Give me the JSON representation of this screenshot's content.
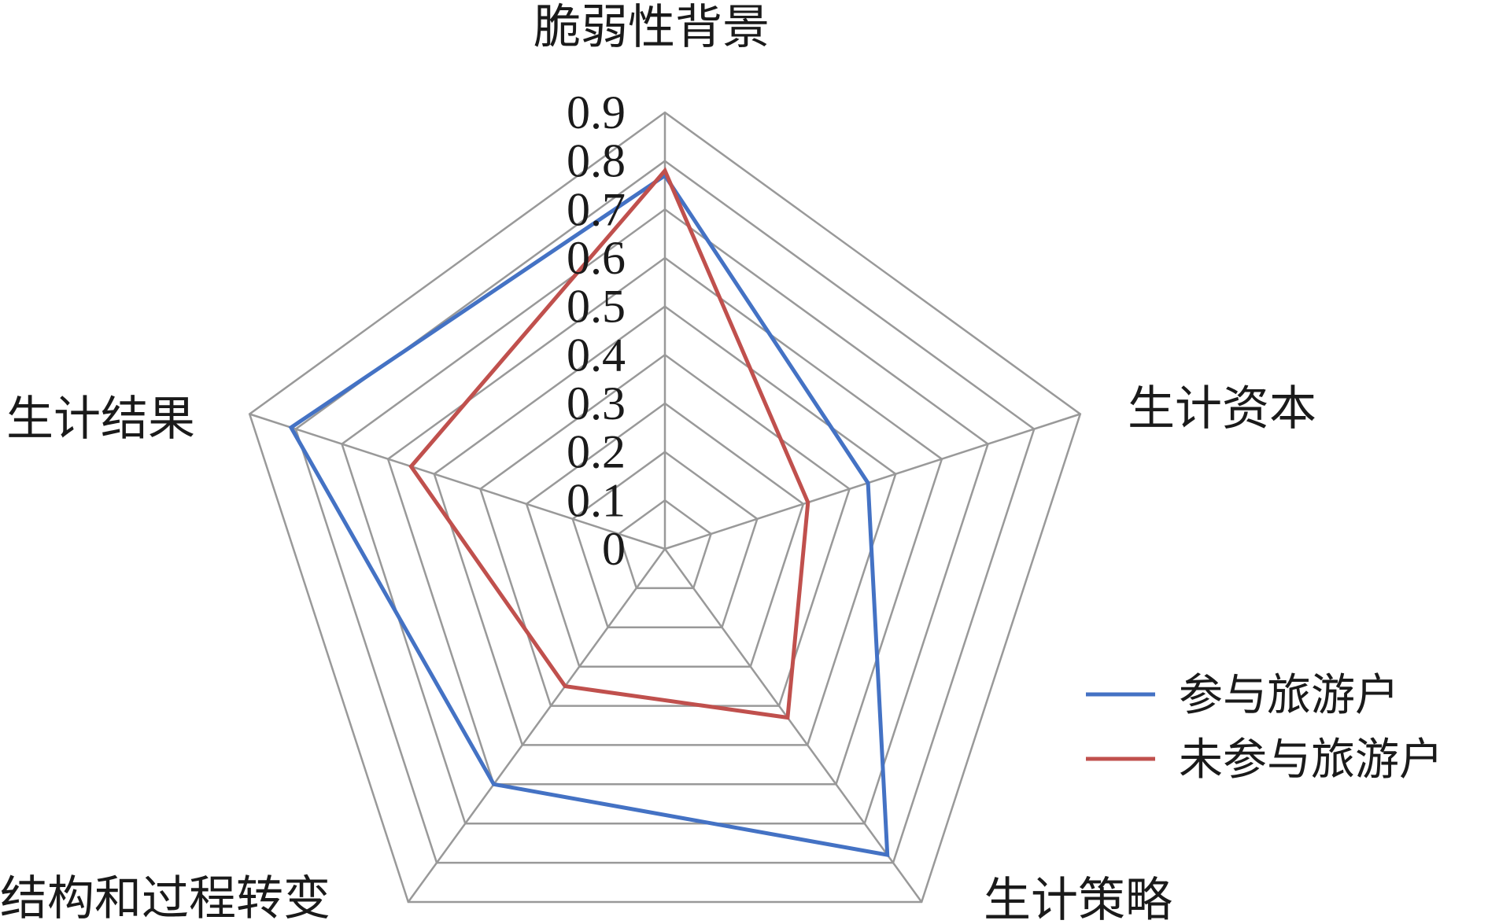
{
  "chart_data": {
    "type": "radar",
    "categories": [
      "脆弱性背景",
      "生计资本",
      "生计策略",
      "结构和过程转变",
      "生计结果"
    ],
    "series": [
      {
        "name": "参与旅游户",
        "color": "#4472c4",
        "values": [
          0.77,
          0.44,
          0.78,
          0.6,
          0.81
        ]
      },
      {
        "name": "未参与旅游户",
        "color": "#c0504d",
        "values": [
          0.78,
          0.31,
          0.43,
          0.35,
          0.55
        ]
      }
    ],
    "ticks": [
      "0",
      "0.1",
      "0.2",
      "0.3",
      "0.4",
      "0.5",
      "0.6",
      "0.7",
      "0.8",
      "0.9"
    ],
    "rmax": 0.9,
    "grid_color": "#999999",
    "legend_position": "right",
    "title": "",
    "xlabel": "",
    "ylabel": ""
  }
}
